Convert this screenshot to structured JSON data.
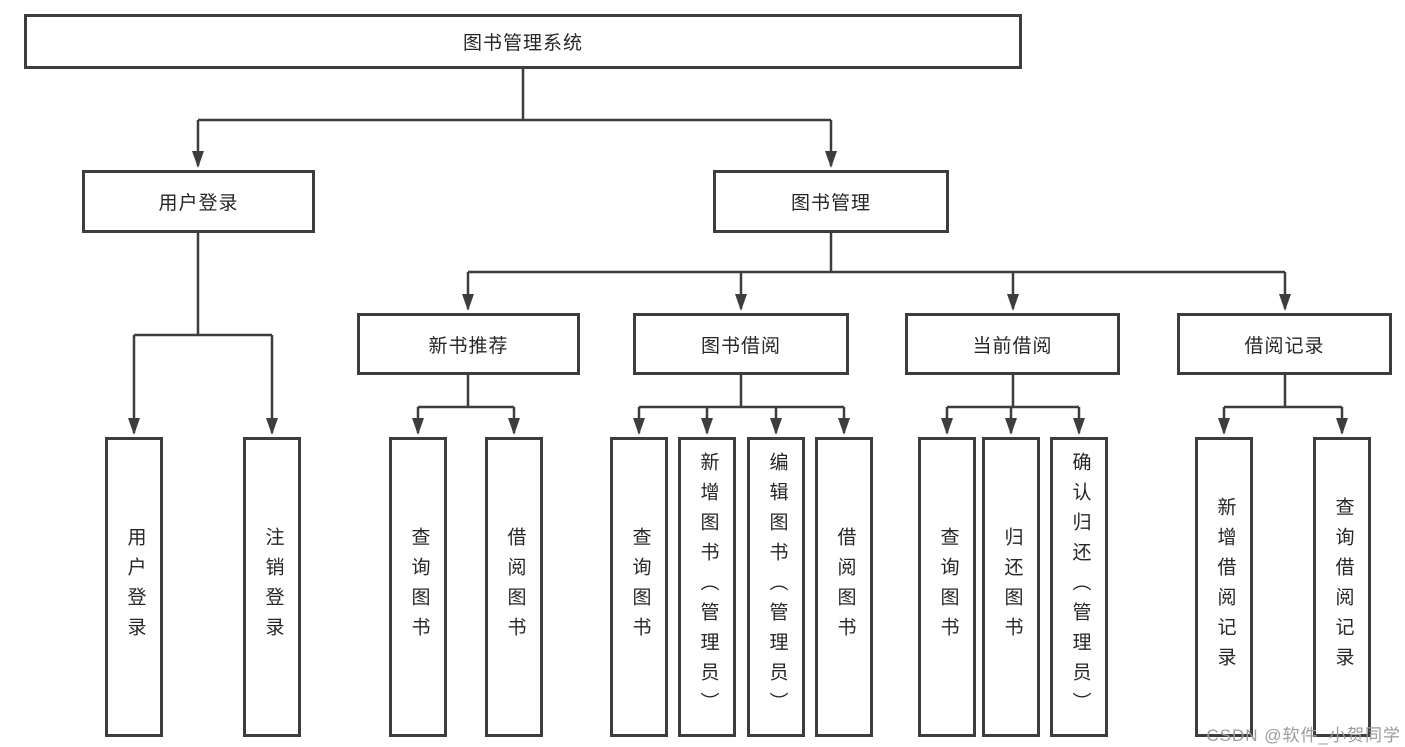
{
  "diagram": {
    "root": {
      "label": "图书管理系统"
    },
    "branches": [
      {
        "label": "用户登录",
        "children": [
          {
            "label": "用户登录"
          },
          {
            "label": "注销登录"
          }
        ]
      },
      {
        "label": "图书管理",
        "children": [
          {
            "label": "新书推荐",
            "children": [
              {
                "label": "查询图书"
              },
              {
                "label": "借阅图书"
              }
            ]
          },
          {
            "label": "图书借阅",
            "children": [
              {
                "label": "查询图书"
              },
              {
                "label": "新增图书（管理员）"
              },
              {
                "label": "编辑图书（管理员）"
              },
              {
                "label": "借阅图书"
              }
            ]
          },
          {
            "label": "当前借阅",
            "children": [
              {
                "label": "查询图书"
              },
              {
                "label": "归还图书"
              },
              {
                "label": "确认归还（管理员）"
              }
            ]
          },
          {
            "label": "借阅记录",
            "children": [
              {
                "label": "新增借阅记录"
              },
              {
                "label": "查询借阅记录"
              }
            ]
          }
        ]
      }
    ]
  },
  "watermark": {
    "text": "CSDN @软件_小贺同学"
  },
  "colors": {
    "line": "#3d3d3d",
    "box_border": "#3d3d3d",
    "box_fill": "#ffffff",
    "text": "#262626",
    "watermark": "#9b9b9b"
  }
}
